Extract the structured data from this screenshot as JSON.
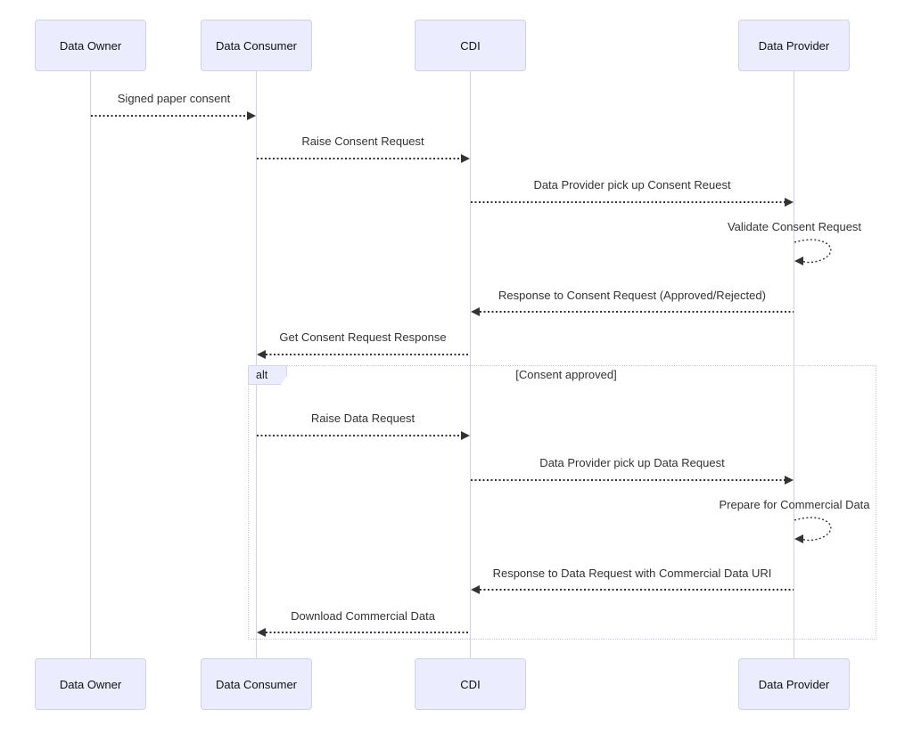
{
  "diagram": {
    "type": "sequence-diagram",
    "actors": [
      {
        "name": "Data Owner"
      },
      {
        "name": "Data Consumer"
      },
      {
        "name": "CDI"
      },
      {
        "name": "Data Provider"
      }
    ],
    "messages": [
      {
        "from": "Data Owner",
        "to": "Data Consumer",
        "text": "Signed paper consent",
        "line": "dotted",
        "direction": "right"
      },
      {
        "from": "Data Consumer",
        "to": "CDI",
        "text": "Raise Consent Request",
        "line": "dotted",
        "direction": "right"
      },
      {
        "from": "CDI",
        "to": "Data Provider",
        "text": "Data Provider pick up Consent Reuest",
        "line": "dotted",
        "direction": "right"
      },
      {
        "from": "Data Provider",
        "to": "Data Provider",
        "text": "Validate Consent Request",
        "line": "dotted",
        "direction": "self"
      },
      {
        "from": "Data Provider",
        "to": "CDI",
        "text": "Response to Consent Request (Approved/Rejected)",
        "line": "dotted",
        "direction": "left"
      },
      {
        "from": "CDI",
        "to": "Data Consumer",
        "text": "Get Consent Request Response",
        "line": "dotted",
        "direction": "left"
      },
      {
        "from": "Data Consumer",
        "to": "CDI",
        "text": "Raise Data Request",
        "line": "dotted",
        "direction": "right",
        "in_fragment": true
      },
      {
        "from": "CDI",
        "to": "Data Provider",
        "text": "Data Provider pick up Data Request",
        "line": "dotted",
        "direction": "right",
        "in_fragment": true
      },
      {
        "from": "Data Provider",
        "to": "Data Provider",
        "text": "Prepare for Commercial Data",
        "line": "dotted",
        "direction": "self",
        "in_fragment": true
      },
      {
        "from": "Data Provider",
        "to": "CDI",
        "text": "Response to Data Request with Commercial Data URI",
        "line": "dotted",
        "direction": "left",
        "in_fragment": true
      },
      {
        "from": "CDI",
        "to": "Data Consumer",
        "text": "Download Commercial Data",
        "line": "dotted",
        "direction": "left",
        "in_fragment": true
      }
    ],
    "fragment": {
      "operator": "alt",
      "condition": "[Consent approved]"
    },
    "colors": {
      "actor_fill": "#ECECFF",
      "actor_border": "#CFCFEF",
      "lifeline": "#CFCFF2",
      "text": "#333333",
      "arrow": "#333333",
      "fragment_border": "#C8C8EA",
      "fragment_label_fill": "#ECECFF",
      "background": "#FFFFFF"
    }
  }
}
